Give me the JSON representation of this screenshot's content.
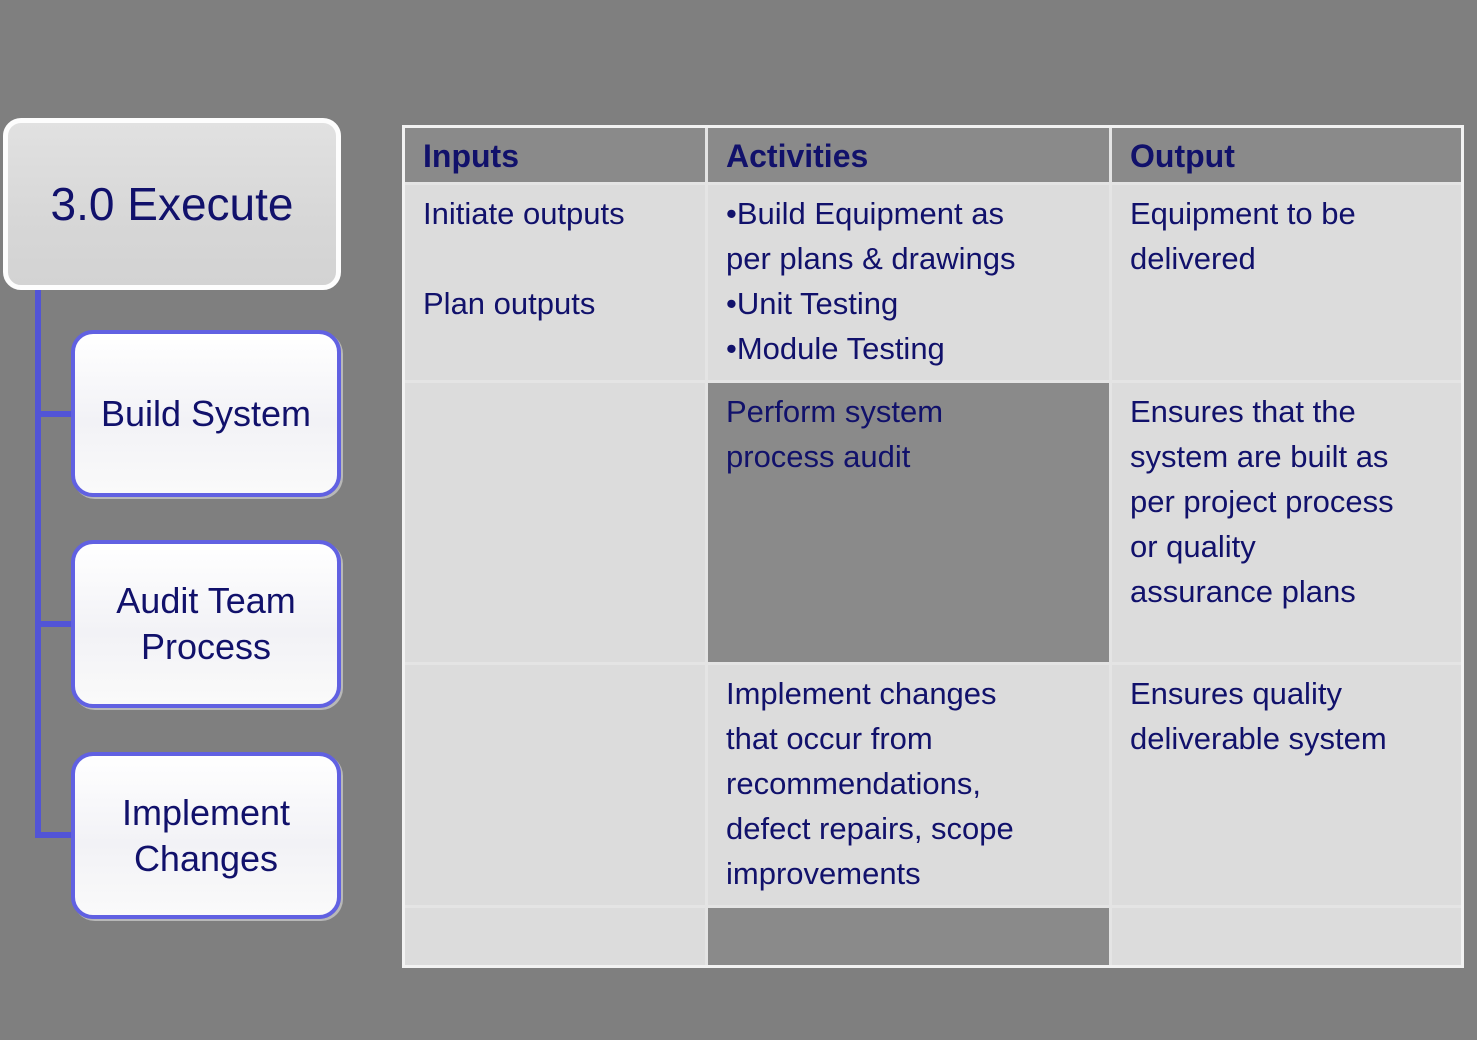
{
  "slide": {
    "flowchart": {
      "root_label": "3.0 Execute",
      "nodes": [
        {
          "label": "Build System"
        },
        {
          "label": "Audit Team Process"
        },
        {
          "label": "Implement Changes"
        }
      ]
    },
    "table": {
      "headers": [
        "Inputs",
        "Activities",
        "Output"
      ],
      "rows": [
        {
          "inputs": "Initiate outputs\n\nPlan outputs",
          "activities": "•Build Equipment as\nper plans & drawings\n•Unit Testing\n•Module Testing",
          "output": "Equipment to be\ndelivered"
        },
        {
          "inputs": "",
          "activities": "Perform system\nprocess audit",
          "output": "Ensures that the\nsystem are built as\nper project process\nor quality\nassurance plans"
        },
        {
          "inputs": "",
          "activities": "Implement changes\nthat occur from\nrecommendations,\ndefect repairs, scope\nimprovements",
          "output": "Ensures quality\ndeliverable system"
        },
        {
          "inputs": "",
          "activities": "",
          "output": ""
        }
      ]
    },
    "colors": {
      "page_bg": "#7f7f7f",
      "cell_light": "#dcdcdc",
      "cell_dark": "#8a8a8a",
      "text_navy": "#11116b",
      "connector_blue": "#5254d6",
      "node_border_blue": "#6161e2",
      "root_box_fill": "#d9d9d9",
      "table_border": "#f2f2f2"
    }
  }
}
